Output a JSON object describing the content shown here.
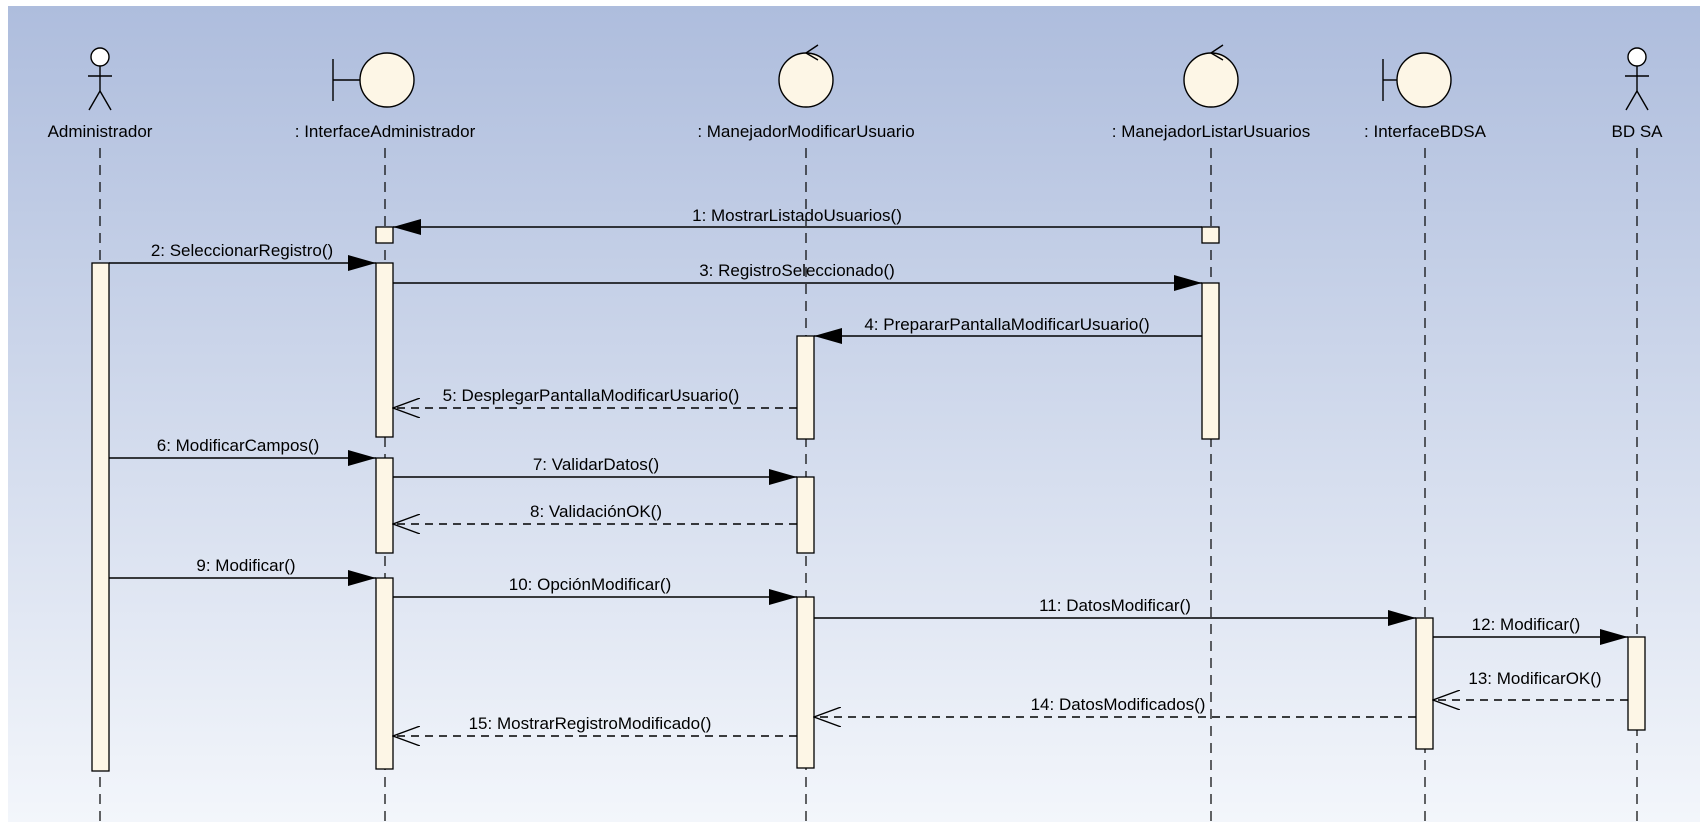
{
  "colors": {
    "background_top": "#aebddd",
    "background_bottom": "#f3f6fb",
    "activation_fill": "#fdf6e6",
    "stroke": "#000000"
  },
  "participants": [
    {
      "id": "admin",
      "kind": "actor",
      "label": "Administrador"
    },
    {
      "id": "ui_admin",
      "kind": "boundary",
      "label": ": InterfaceAdministrador"
    },
    {
      "id": "mgr_mod",
      "kind": "control",
      "label": ": ManejadorModificarUsuario"
    },
    {
      "id": "mgr_list",
      "kind": "control",
      "label": ": ManejadorListarUsuarios"
    },
    {
      "id": "ui_bdsa",
      "kind": "boundary",
      "label": ": InterfaceBDSA"
    },
    {
      "id": "bd",
      "kind": "actor",
      "label": "BD SA"
    }
  ],
  "messages": [
    {
      "n": 1,
      "label": "1: MostrarListadoUsuarios()",
      "from": "mgr_list",
      "to": "ui_admin",
      "type": "sync"
    },
    {
      "n": 2,
      "label": "2: SeleccionarRegistro()",
      "from": "admin",
      "to": "ui_admin",
      "type": "sync"
    },
    {
      "n": 3,
      "label": "3: RegistroSeleccionado()",
      "from": "ui_admin",
      "to": "mgr_list",
      "type": "sync"
    },
    {
      "n": 4,
      "label": "4: PrepararPantallaModificarUsuario()",
      "from": "mgr_list",
      "to": "mgr_mod",
      "type": "sync"
    },
    {
      "n": 5,
      "label": "5: DesplegarPantallaModificarUsuario()",
      "from": "mgr_mod",
      "to": "ui_admin",
      "type": "return"
    },
    {
      "n": 6,
      "label": "6: ModificarCampos()",
      "from": "admin",
      "to": "ui_admin",
      "type": "sync"
    },
    {
      "n": 7,
      "label": "7: ValidarDatos()",
      "from": "ui_admin",
      "to": "mgr_mod",
      "type": "sync"
    },
    {
      "n": 8,
      "label": "8: ValidaciónOK()",
      "from": "mgr_mod",
      "to": "ui_admin",
      "type": "return"
    },
    {
      "n": 9,
      "label": "9: Modificar()",
      "from": "admin",
      "to": "ui_admin",
      "type": "sync"
    },
    {
      "n": 10,
      "label": "10: OpciónModificar()",
      "from": "ui_admin",
      "to": "mgr_mod",
      "type": "sync"
    },
    {
      "n": 11,
      "label": "11: DatosModificar()",
      "from": "mgr_mod",
      "to": "ui_bdsa",
      "type": "sync"
    },
    {
      "n": 12,
      "label": "12: Modificar()",
      "from": "ui_bdsa",
      "to": "bd",
      "type": "sync"
    },
    {
      "n": 13,
      "label": "13: ModificarOK()",
      "from": "bd",
      "to": "ui_bdsa",
      "type": "return"
    },
    {
      "n": 14,
      "label": "14: DatosModificados()",
      "from": "ui_bdsa",
      "to": "mgr_mod",
      "type": "return"
    },
    {
      "n": 15,
      "label": "15: MostrarRegistroModificado()",
      "from": "mgr_mod",
      "to": "ui_admin",
      "type": "return"
    }
  ]
}
